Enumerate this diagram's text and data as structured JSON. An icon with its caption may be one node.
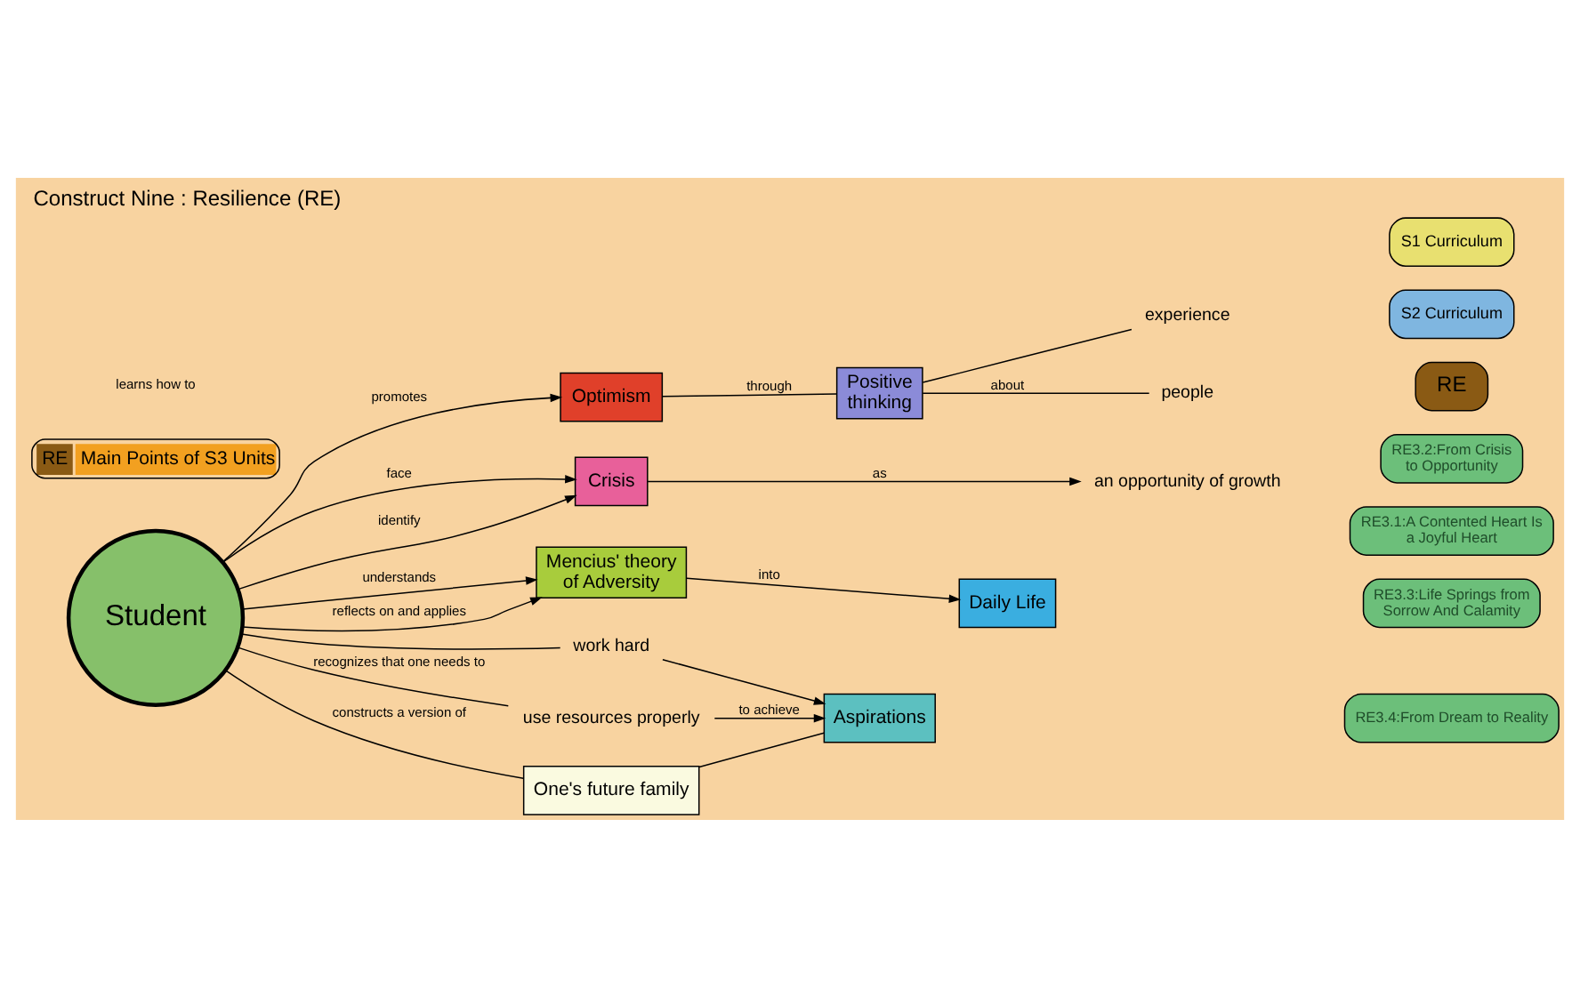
{
  "diagram": {
    "title": "Construct Nine : Resilience (RE)",
    "nodes": [
      {
        "text": [
          "RE",
          "Main Points of S3 Units"
        ]
      },
      {
        "text": [
          "S1 Curriculum"
        ]
      },
      {
        "text": [
          "S2 Curriculum"
        ]
      },
      {
        "text": [
          "RE"
        ]
      },
      {
        "text": [
          "RE3.1:A Contented Heart Is a Joyful Heart"
        ]
      },
      {
        "text": [
          "Student"
        ]
      },
      {
        "text": [
          "Optimism"
        ]
      },
      {
        "text": [
          "Positive thinking"
        ]
      },
      {
        "text": [
          "people"
        ]
      },
      {
        "text": [
          "experience"
        ]
      },
      {
        "text": [
          "Crisis"
        ]
      },
      {
        "text": [
          "an opportunity of growth"
        ]
      },
      {
        "text": [
          "RE3.2:From Crisis to Opportunity"
        ]
      },
      {
        "text": [
          "Mencius' theory of Adversity"
        ]
      },
      {
        "text": [
          "RE3.3:Life Springs from Sorrow And Calamity"
        ]
      },
      {
        "text": [
          "Daily Life"
        ]
      },
      {
        "text": [
          "One's future family"
        ]
      },
      {
        "text": [
          "Aspirations"
        ]
      },
      {
        "text": [
          "use resources properly"
        ]
      },
      {
        "text": [
          "work hard"
        ]
      },
      {
        "text": [
          "RE3.4:From Dream to Reality"
        ]
      }
    ],
    "edges": [
      {
        "from": 5,
        "to": 6,
        "arrow": "to",
        "label": "promotes"
      },
      {
        "from": 6,
        "to": 7,
        "arrow": "none",
        "label": "through"
      },
      {
        "from": 7,
        "to": 8,
        "arrow": "none",
        "label": "about"
      },
      {
        "from": 7,
        "to": 9,
        "arrow": "none"
      },
      {
        "from": 5,
        "to": 10,
        "arrow": "to",
        "label": "face"
      },
      {
        "from": 5,
        "to": 10,
        "arrow": "to",
        "label": "identify"
      },
      {
        "from": 10,
        "to": 11,
        "arrow": "to",
        "label": "as"
      },
      {
        "from": 5,
        "to": 13,
        "arrow": "to",
        "label": "understands"
      },
      {
        "from": 5,
        "to": 13,
        "arrow": "to",
        "label": "reflects on and applies"
      },
      {
        "from": 13,
        "to": 15,
        "arrow": "to",
        "label": "into"
      },
      {
        "from": 5,
        "to": 16,
        "arrow": "none",
        "label": "constructs a version of"
      },
      {
        "from": 16,
        "to": 17,
        "arrow": "none"
      },
      {
        "from": 5,
        "to": 18,
        "arrow": "none",
        "label": "recognizes that one needs to"
      },
      {
        "from": 5,
        "to": 19,
        "arrow": "none"
      },
      {
        "from": 18,
        "to": 17,
        "arrow": "to",
        "label": "to achieve"
      },
      {
        "from": 19,
        "to": 17,
        "arrow": "to"
      }
    ],
    "labels": [
      "learns how to"
    ]
  }
}
